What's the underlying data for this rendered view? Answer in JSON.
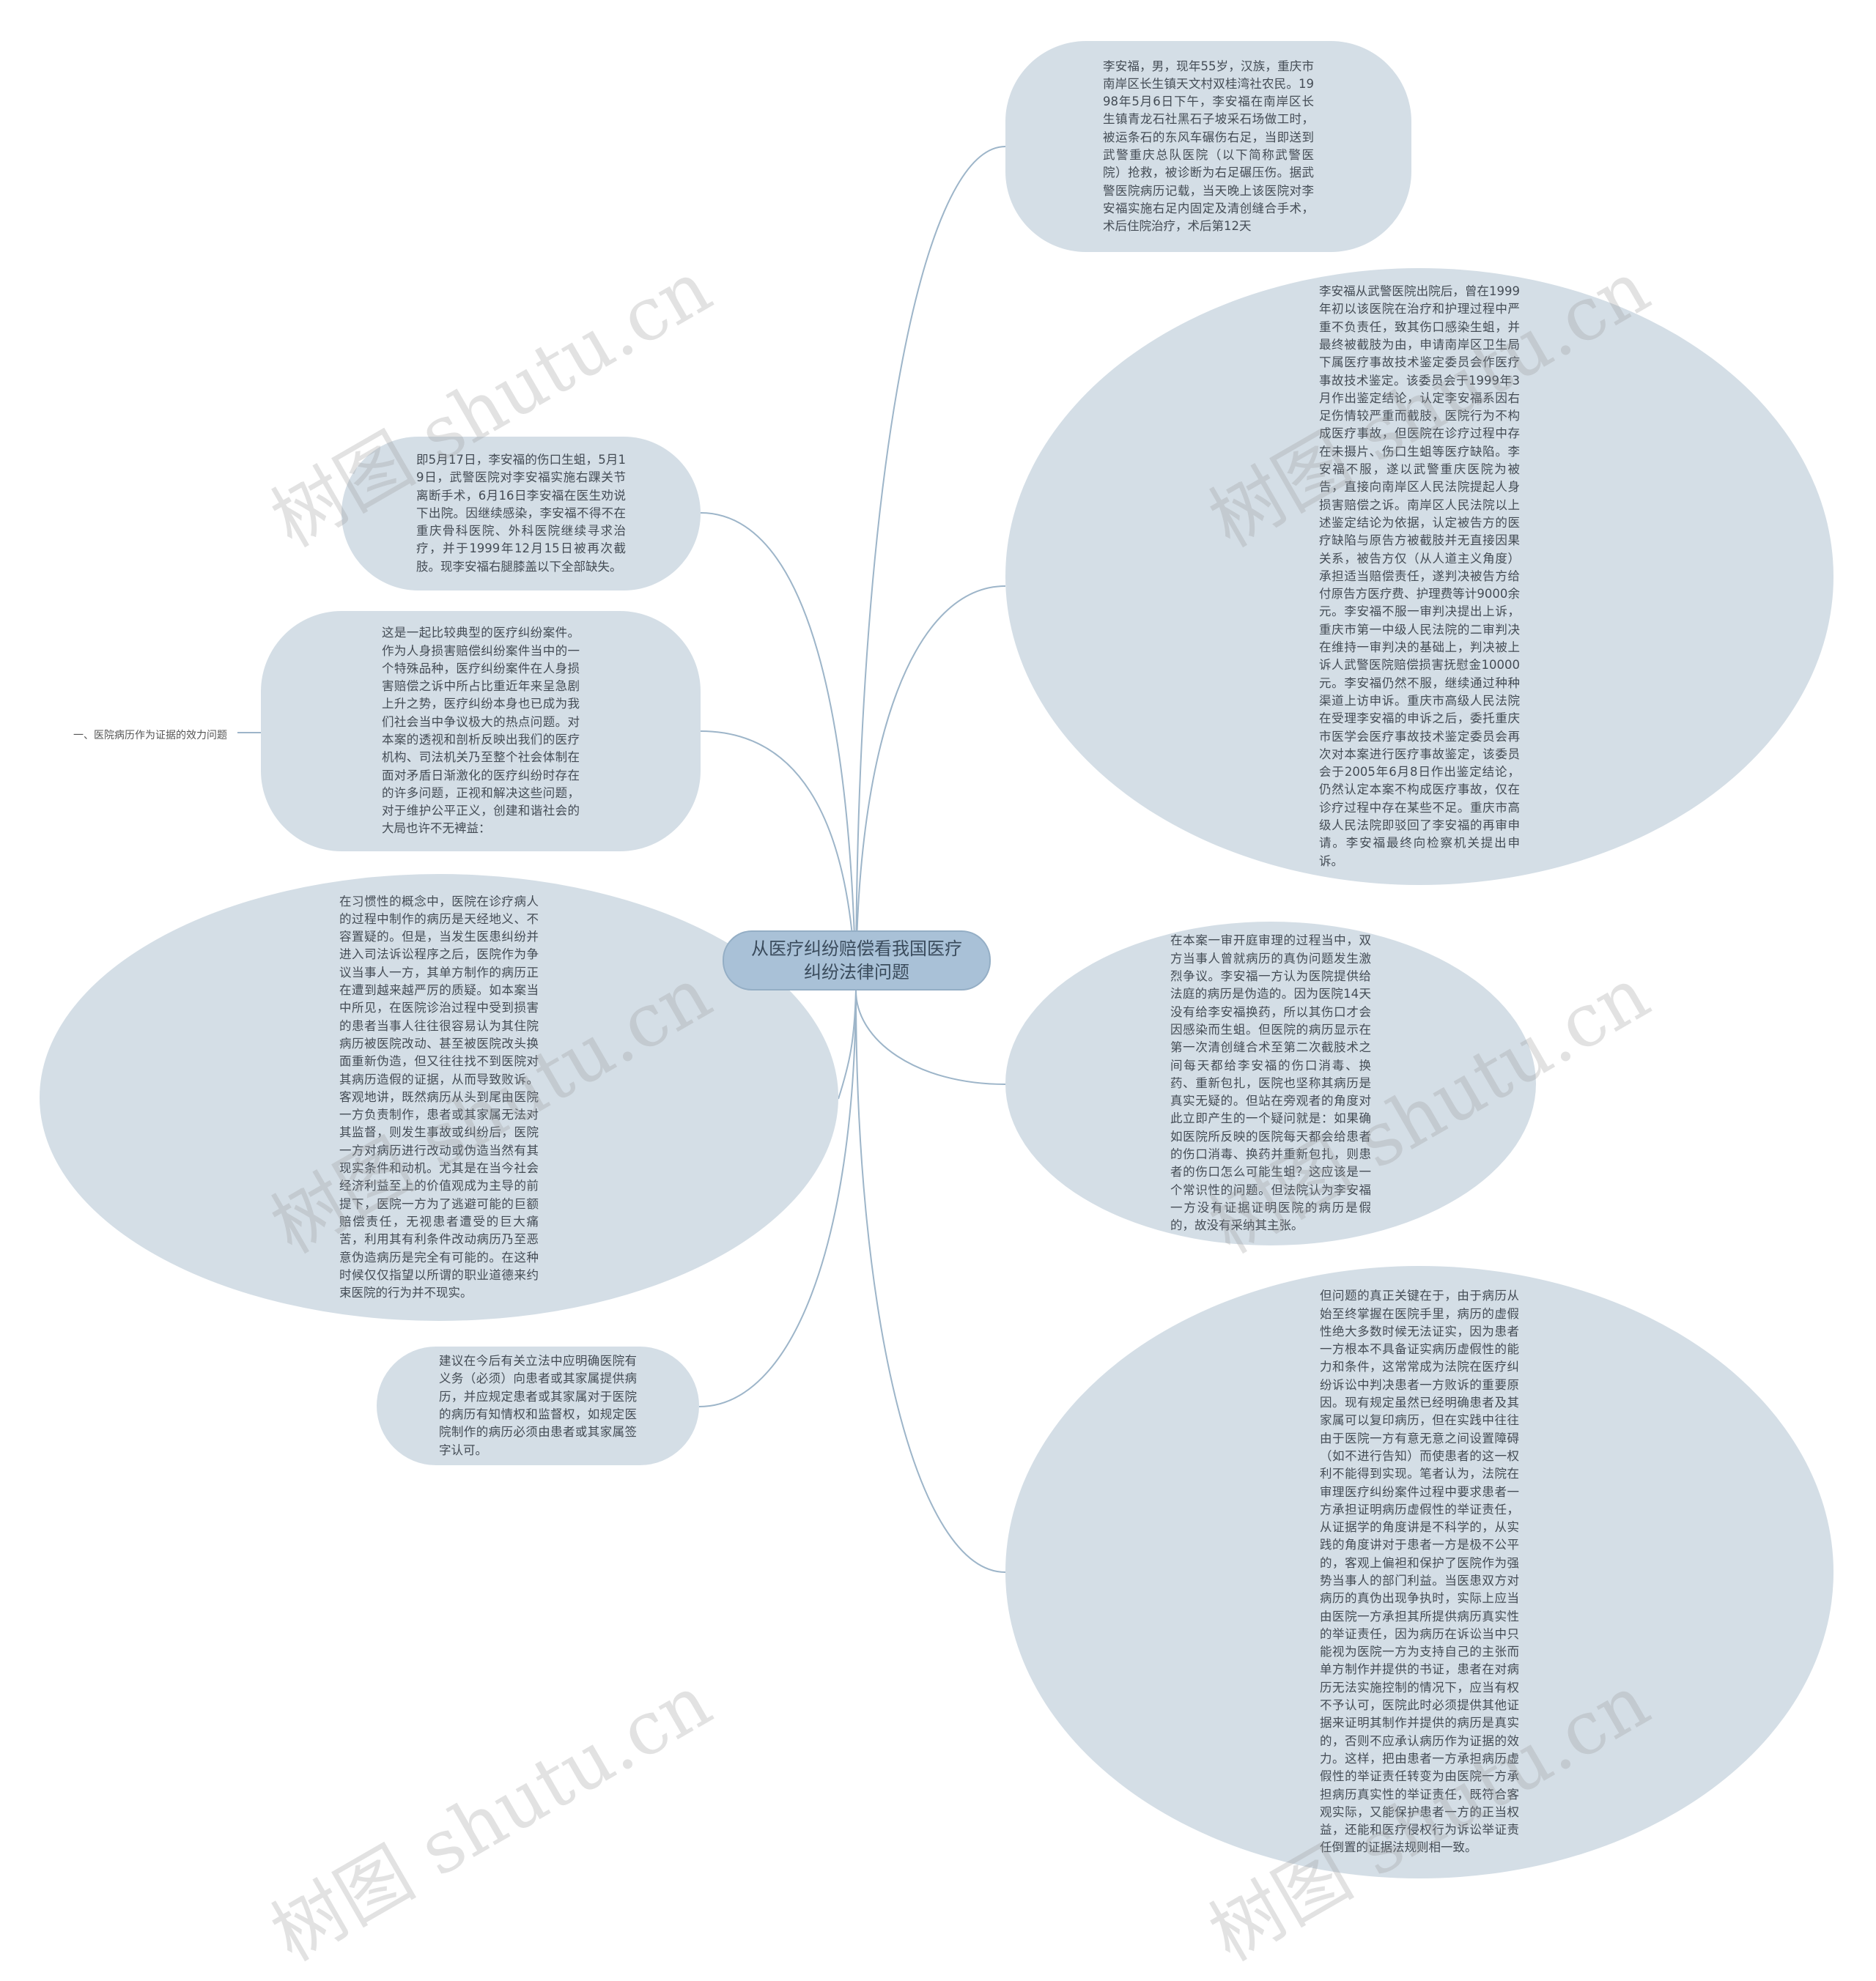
{
  "root": {
    "title": "从医疗纠纷赔偿看我国医疗纠纷法律问题"
  },
  "side_label": "一、医院病历作为证据的效力问题",
  "nodes": [
    {
      "id": "r1",
      "text": "李安福，男，现年55岁，汉族，重庆市南岸区长生镇天文村双桂湾社农民。1998年5月6日下午，李安福在南岸区长生镇青龙石社黑石子坡采石场做工时，被运条石的东风车碾伤右足，当即送到武警重庆总队医院（以下简称武警医院）抢救，被诊断为右足碾压伤。据武警医院病历记载，当天晚上该医院对李安福实施右足内固定及清创缝合手术，术后住院治疗，术后第12天"
    },
    {
      "id": "r2",
      "text": "李安福从武警医院出院后，曾在1999年初以该医院在治疗和护理过程中严重不负责任，致其伤口感染生蛆，并最终被截肢为由，申请南岸区卫生局下属医疗事故技术鉴定委员会作医疗事故技术鉴定。该委员会于1999年3月作出鉴定结论，认定李安福系因右足伤情较严重而截肢，医院行为不构成医疗事故，但医院在诊疗过程中存在未摄片、伤口生蛆等医疗缺陷。李安福不服，遂以武警重庆医院为被告，直接向南岸区人民法院提起人身损害赔偿之诉。南岸区人民法院以上述鉴定结论为依据，认定被告方的医疗缺陷与原告方被截肢并无直接因果关系，被告方仅（从人道主义角度）承担适当赔偿责任，遂判决被告方给付原告方医疗费、护理费等计9000余元。李安福不服一审判决提出上诉，重庆市第一中级人民法院的二审判决在维持一审判决的基础上，判决被上诉人武警医院赔偿损害抚慰金10000元。李安福仍然不服，继续通过种种渠道上访申诉。重庆市高级人民法院在受理李安福的申诉之后，委托重庆市医学会医疗事故技术鉴定委员会再次对本案进行医疗事故鉴定，该委员会于2005年6月8日作出鉴定结论，仍然认定本案不构成医疗事故，仅在诊疗过程中存在某些不足。重庆市高级人民法院即驳回了李安福的再审申请。李安福最终向检察机关提出申诉。"
    },
    {
      "id": "r3",
      "text": "在本案一审开庭审理的过程当中，双方当事人曾就病历的真伪问题发生激烈争议。李安福一方认为医院提供给法庭的病历是伪造的。因为医院14天没有给李安福换药，所以其伤口才会因感染而生蛆。但医院的病历显示在第一次清创缝合术至第二次截肢术之间每天都给李安福的伤口消毒、换药、重新包扎，医院也坚称其病历是真实无疑的。但站在旁观者的角度对此立即产生的一个疑问就是：如果确如医院所反映的医院每天都会给患者的伤口消毒、换药并重新包扎，则患者的伤口怎么可能生蛆？这应该是一个常识性的问题。但法院认为李安福一方没有证据证明医院的病历是假的，故没有采纳其主张。"
    },
    {
      "id": "r4",
      "text": "但问题的真正关键在于，由于病历从始至终掌握在医院手里，病历的虚假性绝大多数时候无法证实，因为患者一方根本不具备证实病历虚假性的能力和条件，这常常成为法院在医疗纠纷诉讼中判决患者一方败诉的重要原因。现有规定虽然已经明确患者及其家属可以复印病历，但在实践中往往由于医院一方有意无意之间设置障碍（如不进行告知）而使患者的这一权利不能得到实现。笔者认为，法院在审理医疗纠纷案件过程中要求患者一方承担证明病历虚假性的举证责任，从证据学的角度讲是不科学的，从实践的角度讲对于患者一方是极不公平的，客观上偏袒和保护了医院作为强势当事人的部门利益。当医患双方对病历的真伪出现争执时，实际上应当由医院一方承担其所提供病历真实性的举证责任，因为病历在诉讼当中只能视为医院一方为支持自己的主张而单方制作并提供的书证，患者在对病历无法实施控制的情况下，应当有权不予认可，医院此时必须提供其他证据来证明其制作并提供的病历是真实的，否则不应承认病历作为证据的效力。这样，把由患者一方承担病历虚假性的举证责任转变为由医院一方承担病历真实性的举证责任，既符合客观实际，又能保护患者一方的正当权益，还能和医疗侵权行为诉讼举证责任倒置的证据法规则相一致。"
    },
    {
      "id": "l1",
      "text": "即5月17日，李安福的伤口生蛆，5月19日，武警医院对李安福实施右踝关节离断手术，6月16日李安福在医生劝说下出院。因继续感染，李安福不得不在重庆骨科医院、外科医院继续寻求治疗，并于1999年12月15日被再次截肢。现李安福右腿膝盖以下全部缺失。"
    },
    {
      "id": "l2",
      "text": "这是一起比较典型的医疗纠纷案件。作为人身损害赔偿纠纷案件当中的一个特殊品种，医疗纠纷案件在人身损害赔偿之诉中所占比重近年来呈急剧上升之势，医疗纠纷本身也已成为我们社会当中争议极大的热点问题。对本案的透视和剖析反映出我们的医疗机构、司法机关乃至整个社会体制在面对矛盾日渐激化的医疗纠纷时存在的许多问题，正视和解决这些问题，对于维护公平正义，创建和谐社会的大局也许不无裨益："
    },
    {
      "id": "l3",
      "text": "在习惯性的概念中，医院在诊疗病人的过程中制作的病历是天经地义、不容置疑的。但是，当发生医患纠纷并进入司法诉讼程序之后，医院作为争议当事人一方，其单方制作的病历正在遭到越来越严厉的质疑。如本案当中所见，在医院诊治过程中受到损害的患者当事人往往很容易认为其住院病历被医院改动、甚至被医院改头换面重新伪造，但又往往找不到医院对其病历造假的证据，从而导致败诉。客观地讲，既然病历从头到尾由医院一方负责制作，患者或其家属无法对其监督，则发生事故或纠纷后，医院一方对病历进行改动或伪造当然有其现实条件和动机。尤其是在当今社会经济利益至上的价值观成为主导的前提下，医院一方为了逃避可能的巨额赔偿责任，无视患者遭受的巨大痛苦，利用其有利条件改动病历乃至恶意伪造病历是完全有可能的。在这种时候仅仅指望以所谓的职业道德来约束医院的行为并不现实。"
    },
    {
      "id": "l4",
      "text": "建议在今后有关立法中应明确医院有义务（必须）向患者或其家属提供病历，并应规定患者或其家属对于医院的病历有知情权和监督权，如规定医院制作的病历必须由患者或其家属签字认可。"
    }
  ],
  "watermark": "树图 shutu.cn",
  "colors": {
    "node_fill": "#d4dee6",
    "root_fill": "#a9c1d7",
    "line": "#9db5c9"
  }
}
